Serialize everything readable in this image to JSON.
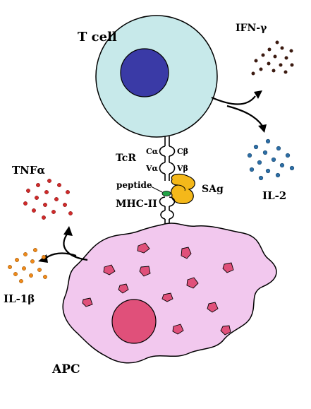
{
  "labels": {
    "t_cell": "T cell",
    "ifn_gamma": "IFN-γ",
    "il2": "IL-2",
    "tcr": "TcR",
    "c_alpha": "Cα",
    "c_beta": "Cβ",
    "v_alpha": "Vα",
    "v_beta": "Vβ",
    "peptide": "peptide",
    "sag": "SAg",
    "mhc_ii": "MHC-II",
    "tnf_alpha": "TNFα",
    "il1_beta": "IL-1β",
    "apc": "APC"
  },
  "colors": {
    "t_cell_body": "#c7e9ea",
    "t_cell_nucleus": "#3a3aa6",
    "apc_body": "#f2c8ee",
    "apc_nucleus": "#e0507a",
    "apc_granule": "#e0507a",
    "ifn_dots": "#3b1a10",
    "il2_dots": "#2d6ea6",
    "tnf_dots": "#d02a2a",
    "il1_dots": "#f08a1a",
    "sag": "#f4b81a",
    "peptide": "#21a346"
  }
}
